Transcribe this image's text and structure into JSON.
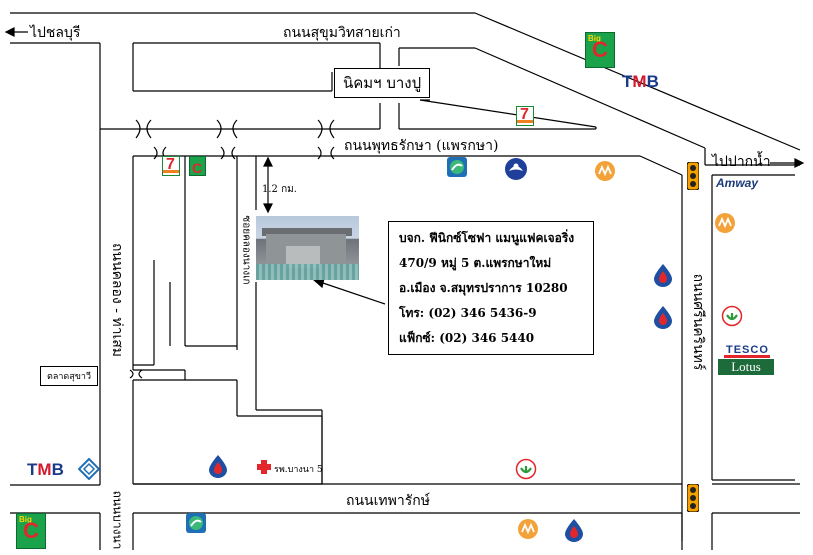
{
  "labels": {
    "to_chonburi": "ไปชลบุรี",
    "sukhumvit_old": "ถนนสุขุมวิทสายเก่า",
    "bangpu_estate": "นิคมฯ บางปู",
    "phuttharaksa": "ถนนพุทธรักษา (แพรกษา)",
    "to_paknam": "ไปปากน้ำ",
    "distance": "1.2 กม.",
    "soi_vertical": "ซอยคลองนางเก",
    "khlong_road": "ถนนคลอง - ท่าเสม",
    "talat": "ตลาดสุขาวี",
    "hospital": "รพ.บางนา 5",
    "thepharak": "ถนนเทพารักษ์",
    "thaiprasat": "ถนนศรีนครินทร์",
    "bottom_left_v": "ถนนบางนา"
  },
  "company": {
    "name": "บจก. ฟีนิกซ์โซฟา แมนูแฟคเจอริ่ง",
    "address1": "470/9 หมู่ 5 ต.แพรกษาใหม่",
    "address2": "อ.เมือง จ.สมุทรปราการ 10280",
    "phone": "โทร:    (02) 346 5436-9",
    "fax": "แฟ็กซ์: (02) 346 5440"
  },
  "brands": {
    "tmb": [
      "T",
      "M",
      "B"
    ],
    "bigc": [
      "Big",
      "C"
    ],
    "seven": "7",
    "amway": "Amway",
    "tesco": [
      "TESCO",
      "Lotus"
    ]
  },
  "colors": {
    "ptt_blue": "#1f4fa3",
    "ptt_red": "#e3262c",
    "bangchak_green": "#1a9a5a",
    "shell_orange": "#f3a23a",
    "kbank_green": "#2a9a3a",
    "traffic_light": "#f4a100"
  }
}
